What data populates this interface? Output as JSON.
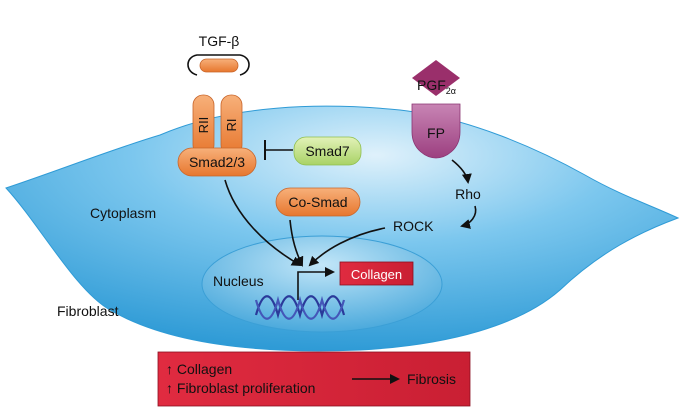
{
  "labels": {
    "ligand": "TGF-β",
    "receptor_2": "RII",
    "receptor_1": "RI",
    "smad23": "Smad2/3",
    "smad7": "Smad7",
    "cosmad": "Co-Smad",
    "cytoplasm": "Cytoplasm",
    "nucleus": "Nucleus",
    "collagen_gene": "Collagen",
    "fibroblast": "Fibroblast",
    "pgf_base": "PGF",
    "pgf_sub": "2α",
    "fp": "FP",
    "rho": "Rho",
    "rock": "ROCK"
  },
  "outcome_box": {
    "line1": "↑ Collagen",
    "line2": "↑ Fibroblast proliferation",
    "result": "Fibrosis"
  },
  "colors": {
    "cell": "#3aa6df",
    "nucleus": "#5dbde8",
    "smad": "#f08c45",
    "smad7": "#c3e08a",
    "pgf": "#9a2f6b",
    "fp": "#b05a96",
    "red_box": "#d8263a",
    "dna": "#2a3a9a"
  }
}
